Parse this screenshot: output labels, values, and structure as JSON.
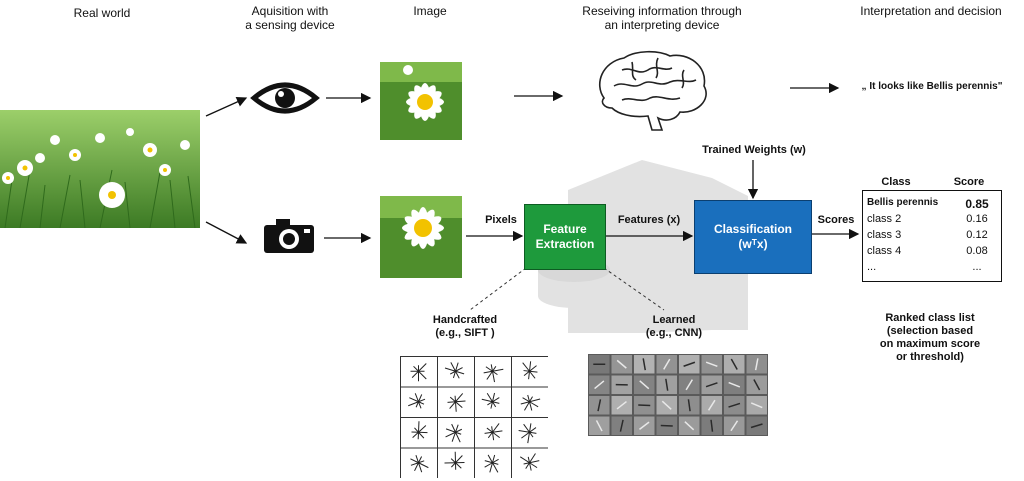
{
  "headers": {
    "real_world": "Real world",
    "acquisition": "Aquisition with\na sensing device",
    "image": "Image",
    "receiving": "Reseiving information through\nan interpreting device",
    "interpretation": "Interpretation and decision"
  },
  "quote": "„ It looks like Bellis perennis\"",
  "pipeline": {
    "pixels_label": "Pixels",
    "features_label": "Features (x)",
    "scores_label": "Scores",
    "trained_weights": "Trained Weights (w)",
    "feature_box": "Feature\nExtraction",
    "classification_box": "Classification",
    "classification_formula": "(wᵀx)",
    "feature_color": "#1e9a3c",
    "classification_color": "#1a6fbd"
  },
  "methods": {
    "handcrafted": "Handcrafted\n(e.g., SIFT )",
    "learned": "Learned\n(e.g., CNN)"
  },
  "score_table": {
    "class_header": "Class",
    "score_header": "Score",
    "rows": [
      {
        "class": "Bellis perennis",
        "score": "0.85"
      },
      {
        "class": "class 2",
        "score": "0.16"
      },
      {
        "class": "class 3",
        "score": "0.12"
      },
      {
        "class": "class 4",
        "score": "0.08"
      },
      {
        "class": "...",
        "score": "..."
      }
    ]
  },
  "ranked_caption": "Ranked class list\n(selection based\non maximum score\nor threshold)",
  "icons": [
    "eye-icon",
    "camera-icon",
    "brain-icon",
    "computer-background-icon"
  ]
}
